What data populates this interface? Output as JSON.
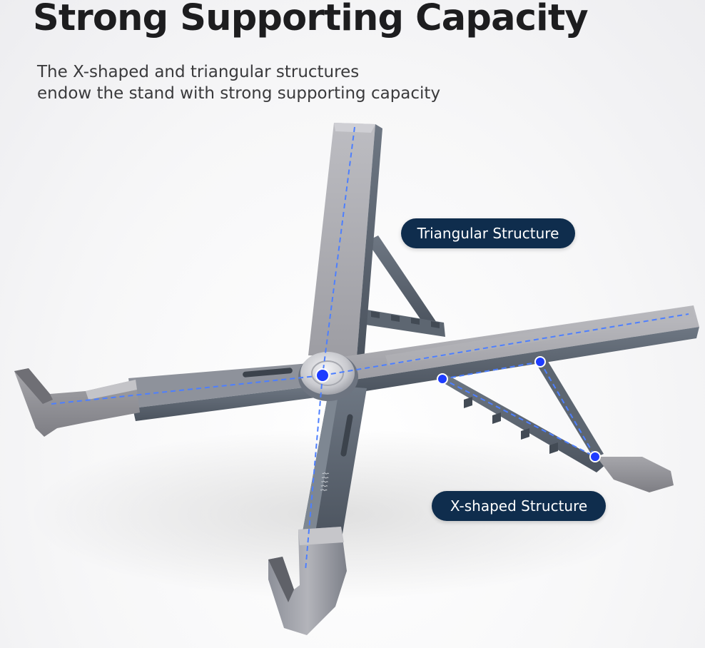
{
  "title": "Strong Supporting Capacity",
  "subtitle": {
    "line1": "The X-shaped and triangular structures",
    "line2": "endow the stand with strong supporting capacity"
  },
  "callouts": {
    "triangular": "Triangular Structure",
    "x_shaped": "X-shaped Structure"
  },
  "colors": {
    "title_text": "#1d1d1f",
    "callout_background": "#0f2d4d",
    "callout_text": "#ffffff",
    "guide_line": "#4d7fff",
    "joint_dot": "#1e3cff",
    "arm_light": "#a9a9ae",
    "arm_dark": "#616a76"
  },
  "icons": {
    "product": "laptop-stand-illustration",
    "brand_mark": "logo-mark"
  }
}
